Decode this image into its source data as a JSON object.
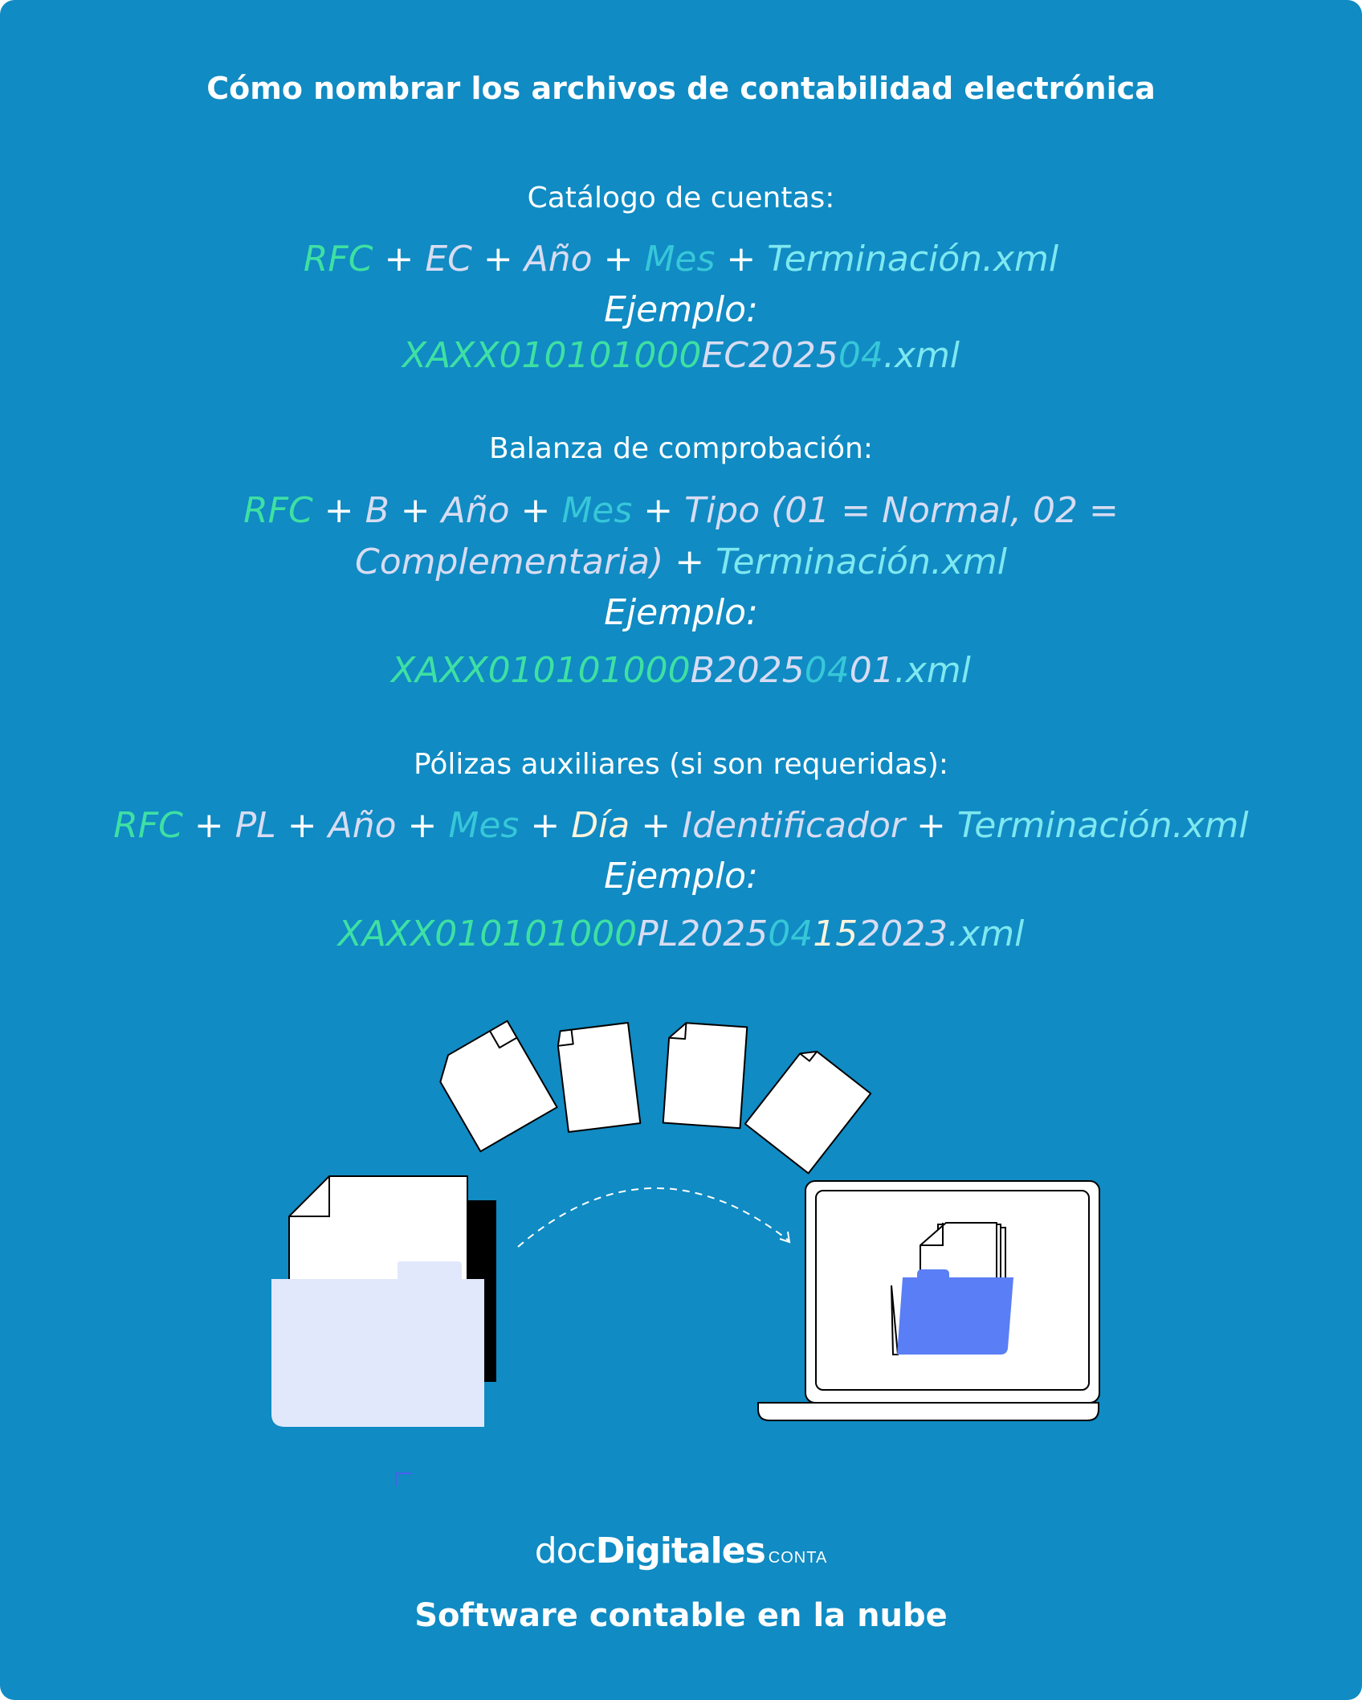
{
  "title": "Cómo nombrar los archivos de contabilidad electrónica",
  "sections": [
    {
      "heading": "Catálogo de cuentas:",
      "formula": {
        "rfc": "RFC",
        "p1": " + ",
        "part1": "EC",
        "p2": " + ",
        "anio": "Año",
        "p3": " + ",
        "mes": "Mes",
        "p4": " + ",
        "term": "Terminación.xml"
      },
      "ejemplo_label": "Ejemplo:",
      "example": {
        "rfc": "XAXX010101000",
        "mid": "EC2025",
        "mes": "04",
        "tail": "",
        "ext": ".xml"
      }
    },
    {
      "heading": "Balanza de comprobación:",
      "formula": {
        "rfc": "RFC",
        "p1": " + ",
        "part1": "B",
        "p2": " + ",
        "anio": "Año",
        "p3": " + ",
        "mes": "Mes",
        "p4": " + ",
        "tipo": "Tipo (01 = Normal, 02 = Complementaria)",
        "p5": " + ",
        "term": "Terminación.xml"
      },
      "ejemplo_label": "Ejemplo:",
      "example": {
        "rfc": "XAXX010101000",
        "mid": "B2025",
        "mes": "04",
        "tail": "01",
        "ext": ".xml"
      }
    },
    {
      "heading": "Pólizas auxiliares (si son requeridas):",
      "formula": {
        "rfc": "RFC",
        "p1": " + ",
        "part1": "PL",
        "p2": " + ",
        "anio": "Año",
        "p3": " + ",
        "mes": "Mes",
        "p4": " + ",
        "dia": "Día",
        "p5": " + ",
        "ident": "Identificador",
        "p6": " + ",
        "term": "Terminación.xml"
      },
      "ejemplo_label": "Ejemplo:",
      "example": {
        "rfc": "XAXX010101000",
        "mid": "PL2025",
        "mes": "04",
        "dia": "15",
        "tail": "2023",
        "ext": ".xml"
      }
    }
  ],
  "brand": {
    "doc": "doc",
    "digitales": "Digitales",
    "conta": "CONTA"
  },
  "tagline": "Software contable en la nube",
  "colors": {
    "background": "#108bc3",
    "rfc": "#3ee0a3",
    "mes": "#36c7d9",
    "terminacion": "#7ee8f0",
    "folder_front": "#e1e8fb",
    "laptop_folder": "#5a7ef5"
  },
  "icons": [
    "document-icon",
    "folder-icon",
    "laptop-icon",
    "transfer-arrow-icon"
  ]
}
